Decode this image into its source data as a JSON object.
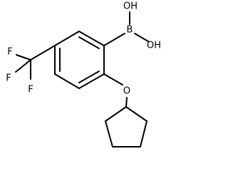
{
  "molecule": {
    "atoms": {
      "boron": "B",
      "hydroxyl_top": "OH",
      "hydroxyl_right": "OH",
      "ether_oxygen": "O",
      "fluorine_top": "F",
      "fluorine_middle": "F",
      "fluorine_bottom": "F"
    }
  },
  "colors": {
    "bond": "#000000",
    "label": "#000000",
    "background": "#ffffff"
  }
}
